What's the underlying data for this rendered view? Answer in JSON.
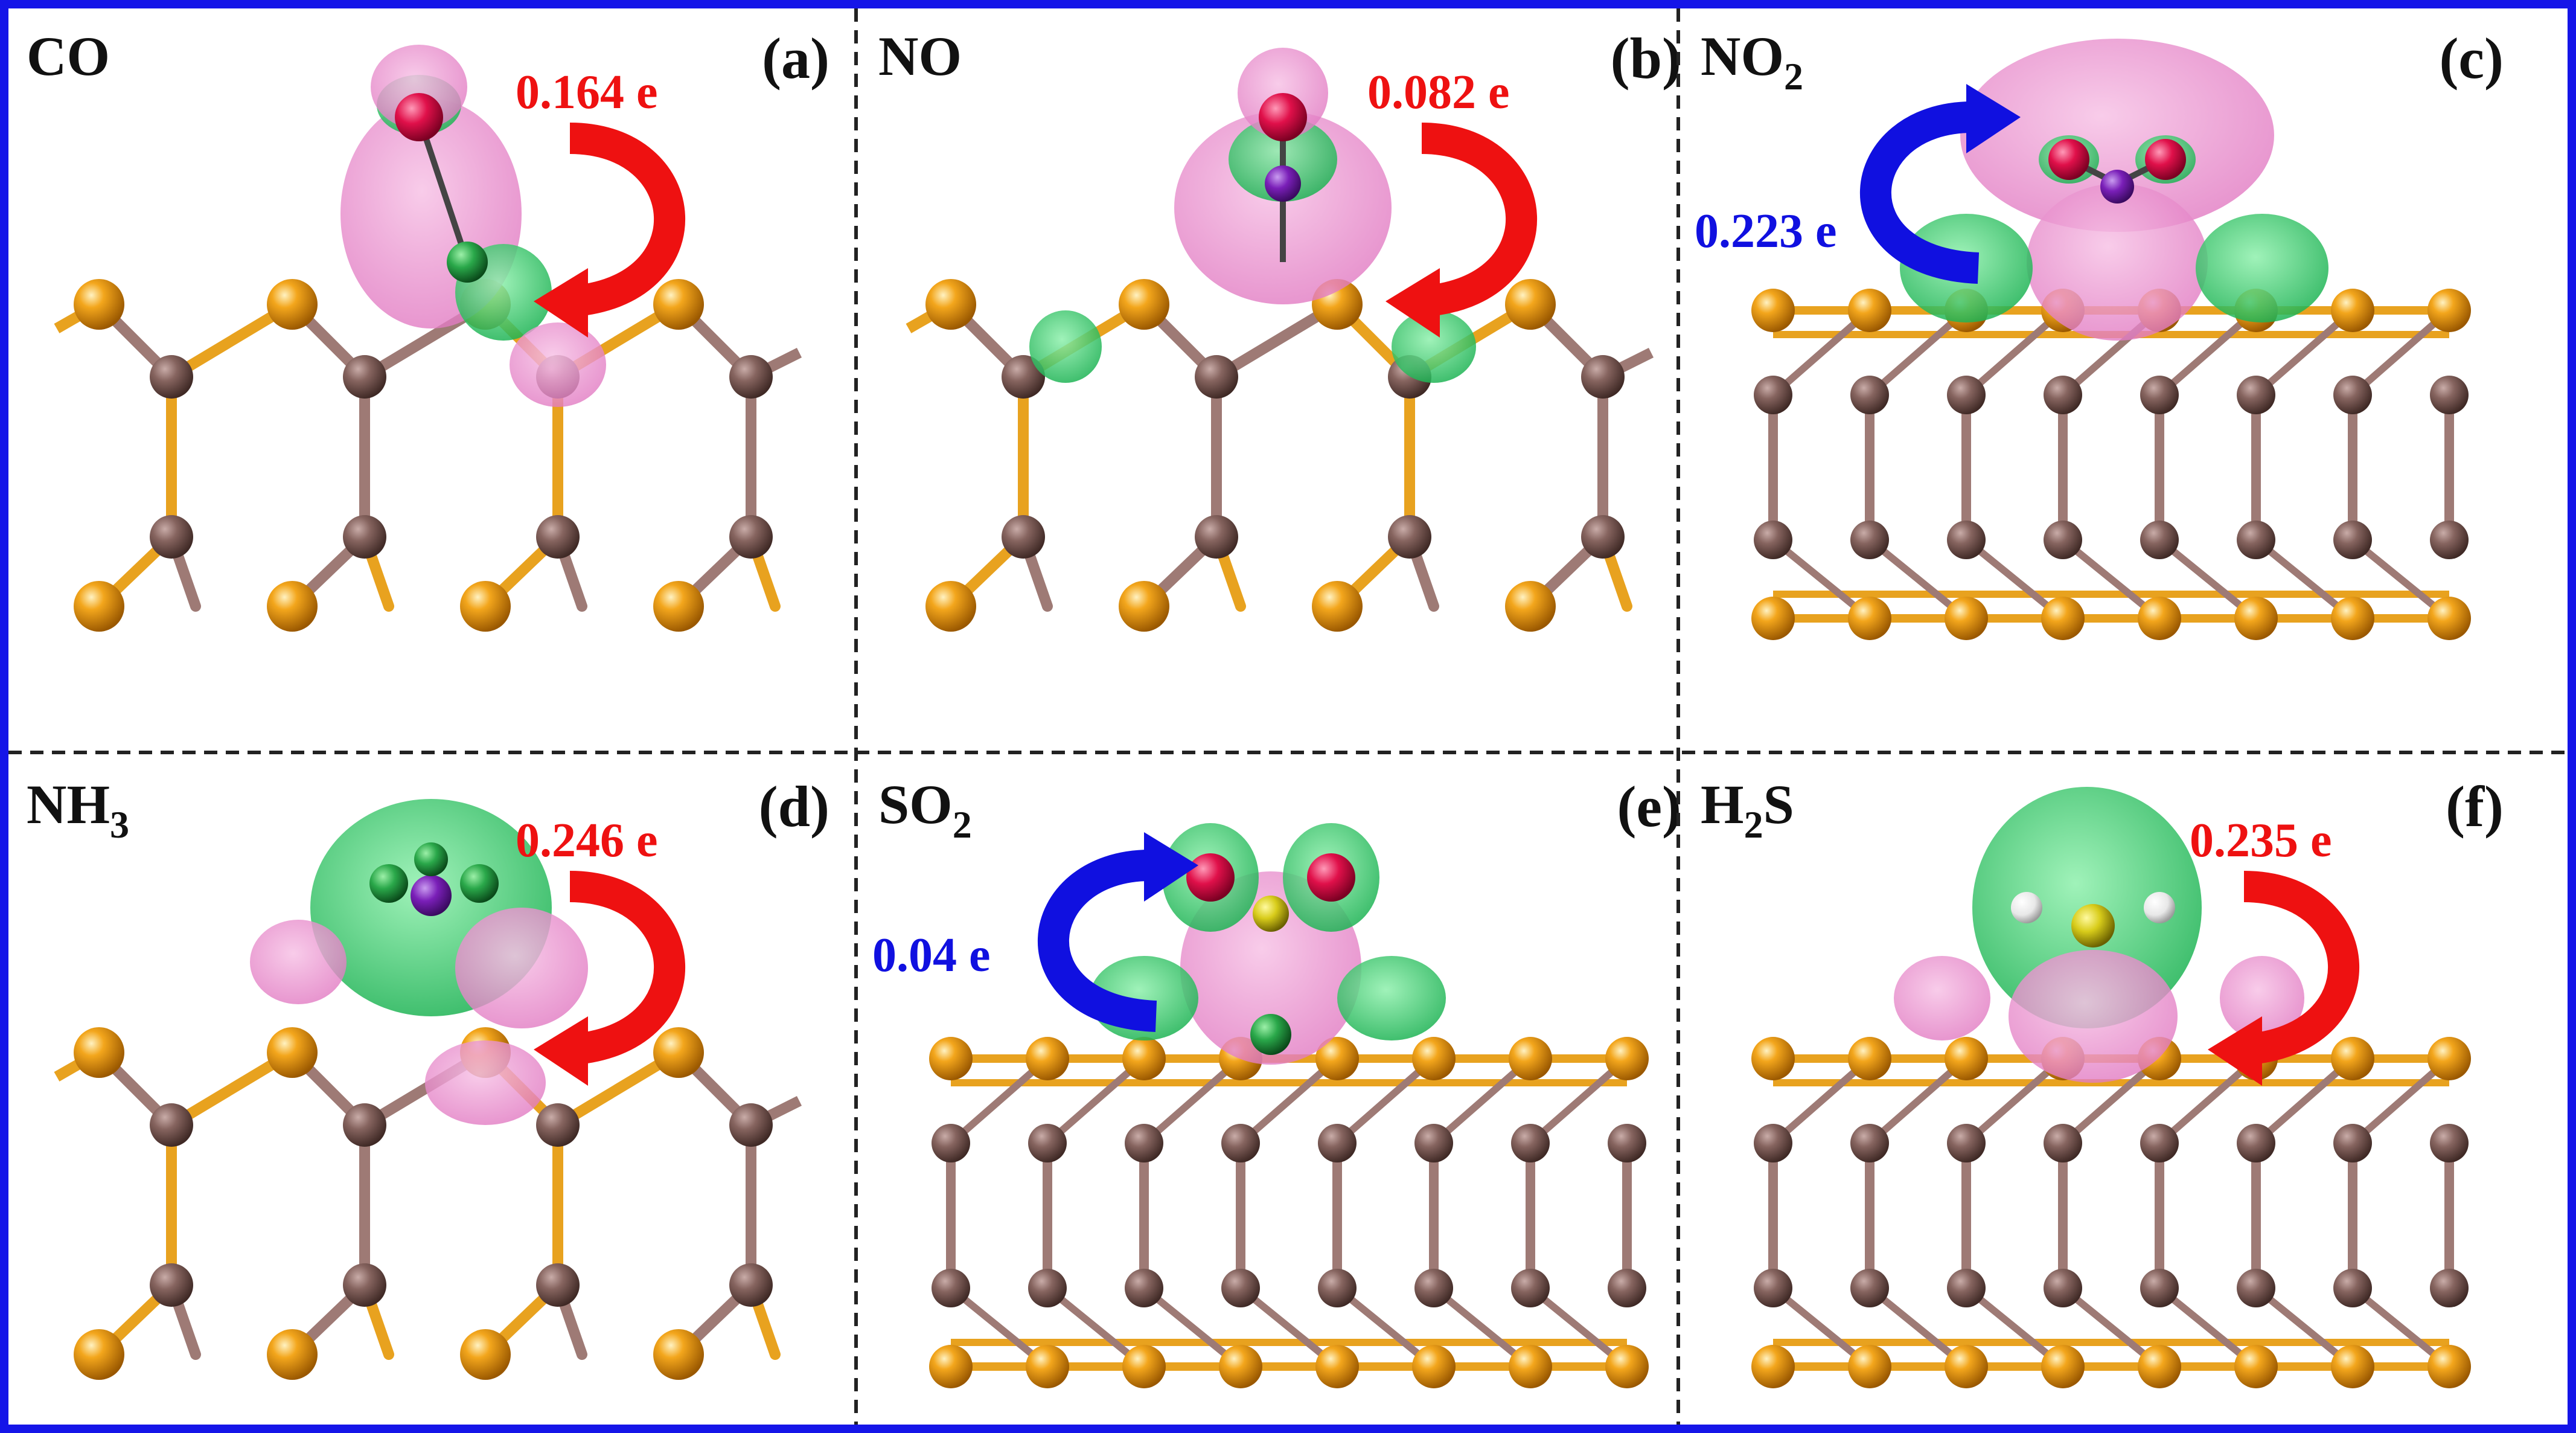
{
  "colors": {
    "frame": "#1515e8",
    "divider": "#222222",
    "metal": "#e8950c",
    "metal_dark": "#a05e00",
    "nonmetal": "#8a6a66",
    "nonmetal_dark": "#4d3430",
    "bond_metal": "#e8a21f",
    "bond_nonmetal": "#9e7a75",
    "accumulation": "#ee8fd0",
    "depletion": "#33cc66",
    "oxygen": "#e0104a",
    "nitrogen": "#7a1fb8",
    "sulfur": "#c9c21a",
    "hydrogen": "#f2f2f2",
    "donation_arrow": "#ee1111",
    "acceptance_arrow": "#1010e0"
  },
  "panels": [
    {
      "id": "a",
      "molecule": "CO",
      "sub": "",
      "molecule_rest": "",
      "tag": "(a)",
      "charge": "0.164 e",
      "direction": "to-surface",
      "view": "side",
      "adsorbate": "CO"
    },
    {
      "id": "b",
      "molecule": "NO",
      "sub": "",
      "molecule_rest": "",
      "tag": "(b)",
      "charge": "0.082 e",
      "direction": "to-surface",
      "view": "side",
      "adsorbate": "NO"
    },
    {
      "id": "c",
      "molecule": "NO",
      "sub": "2",
      "molecule_rest": "",
      "tag": "(c)",
      "charge": "0.223 e",
      "direction": "to-molecule",
      "view": "lattice",
      "adsorbate": "NO2"
    },
    {
      "id": "d",
      "molecule": "NH",
      "sub": "3",
      "molecule_rest": "",
      "tag": "(d)",
      "charge": "0.246 e",
      "direction": "to-surface",
      "view": "side",
      "adsorbate": "NH3"
    },
    {
      "id": "e",
      "molecule": "SO",
      "sub": "2",
      "molecule_rest": "",
      "tag": "(e)",
      "charge": "0.04 e",
      "direction": "to-molecule",
      "view": "lattice",
      "adsorbate": "SO2"
    },
    {
      "id": "f",
      "molecule": "H",
      "sub": "2",
      "molecule_rest": "S",
      "tag": "(f)",
      "charge": "0.235 e",
      "direction": "to-surface",
      "view": "lattice",
      "adsorbate": "H2S"
    }
  ]
}
